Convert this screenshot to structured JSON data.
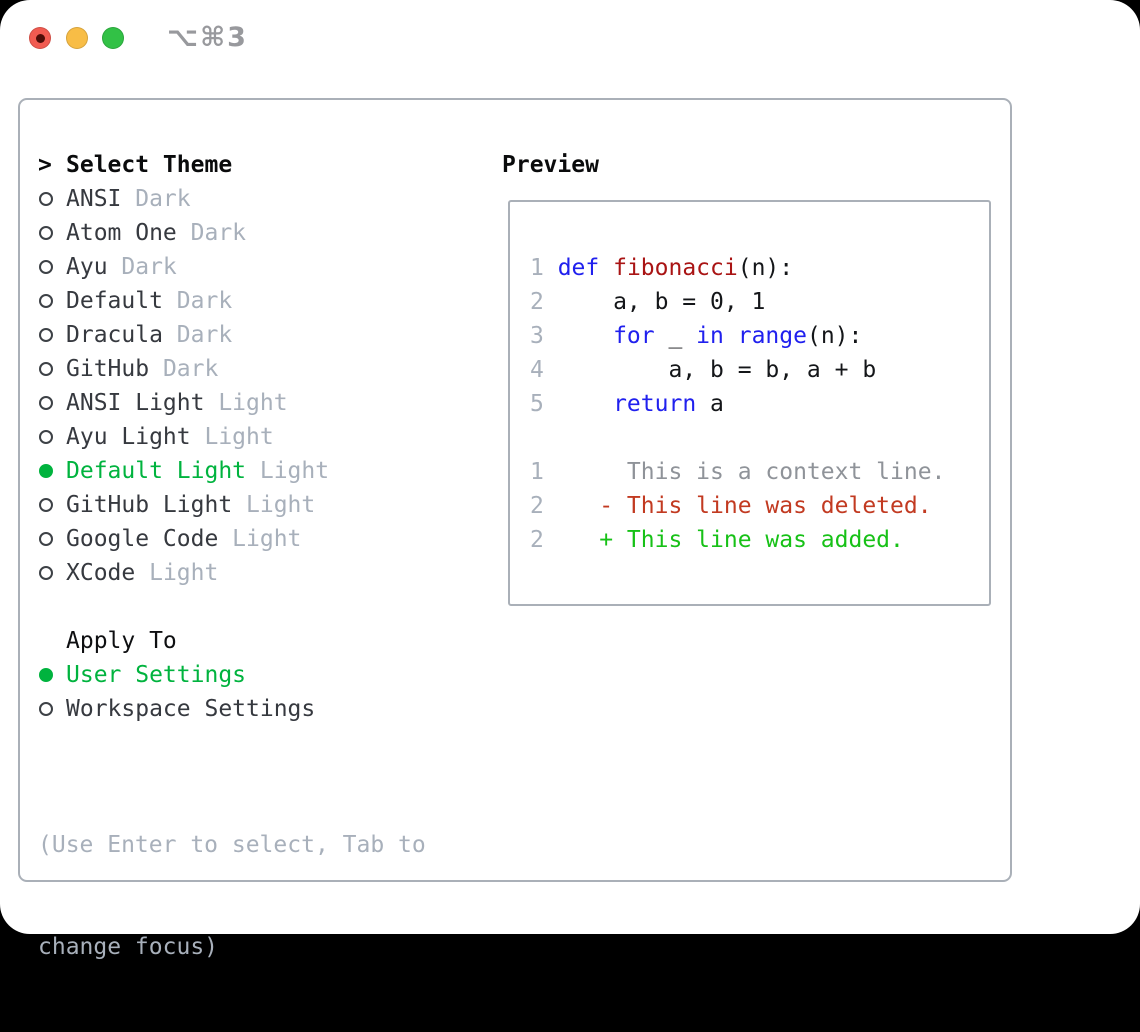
{
  "window": {
    "shortcut": "⌥⌘3"
  },
  "theme_picker": {
    "header": {
      "prefix": ">",
      "label": "Select Theme"
    },
    "themes": [
      {
        "name": "ANSI",
        "variant": "Dark",
        "selected": false
      },
      {
        "name": "Atom One",
        "variant": "Dark",
        "selected": false
      },
      {
        "name": "Ayu",
        "variant": "Dark",
        "selected": false
      },
      {
        "name": "Default",
        "variant": "Dark",
        "selected": false
      },
      {
        "name": "Dracula",
        "variant": "Dark",
        "selected": false
      },
      {
        "name": "GitHub",
        "variant": "Dark",
        "selected": false
      },
      {
        "name": "ANSI Light",
        "variant": "Light",
        "selected": false
      },
      {
        "name": "Ayu Light",
        "variant": "Light",
        "selected": false
      },
      {
        "name": "Default Light",
        "variant": "Light",
        "selected": true
      },
      {
        "name": "GitHub Light",
        "variant": "Light",
        "selected": false
      },
      {
        "name": "Google Code",
        "variant": "Light",
        "selected": false
      },
      {
        "name": "XCode",
        "variant": "Light",
        "selected": false
      }
    ],
    "apply_to": {
      "label": "Apply To",
      "options": [
        {
          "label": "User Settings",
          "selected": true
        },
        {
          "label": "Workspace Settings",
          "selected": false
        }
      ]
    },
    "hint_lines": [
      "(Use Enter to select, Tab to",
      "change focus)"
    ]
  },
  "preview": {
    "title": "Preview",
    "code_lines": [
      {
        "num": "1",
        "segments": [
          {
            "style": "keyword",
            "text": "def"
          },
          {
            "style": "plain",
            "text": " "
          },
          {
            "style": "function",
            "text": "fibonacci"
          },
          {
            "style": "plain",
            "text": "(n):"
          }
        ]
      },
      {
        "num": "2",
        "segments": [
          {
            "style": "plain",
            "text": "    a, b = 0, 1"
          }
        ]
      },
      {
        "num": "3",
        "segments": [
          {
            "style": "plain",
            "text": "    "
          },
          {
            "style": "keyword",
            "text": "for"
          },
          {
            "style": "plain",
            "text": " _ "
          },
          {
            "style": "keyword",
            "text": "in"
          },
          {
            "style": "plain",
            "text": " "
          },
          {
            "style": "keyword",
            "text": "range"
          },
          {
            "style": "plain",
            "text": "(n):"
          }
        ]
      },
      {
        "num": "4",
        "segments": [
          {
            "style": "plain",
            "text": "        a, b = b, a + b"
          }
        ]
      },
      {
        "num": "5",
        "segments": [
          {
            "style": "plain",
            "text": "    "
          },
          {
            "style": "keyword",
            "text": "return"
          },
          {
            "style": "plain",
            "text": " a"
          }
        ]
      },
      {
        "num": "",
        "segments": []
      },
      {
        "num": "1",
        "segments": [
          {
            "style": "context",
            "text": "     This is a context line."
          }
        ]
      },
      {
        "num": "2",
        "segments": [
          {
            "style": "deleted",
            "text": "   - This line was deleted."
          }
        ]
      },
      {
        "num": "2",
        "segments": [
          {
            "style": "added",
            "text": "   + This line was added."
          }
        ]
      }
    ]
  },
  "colors": {
    "accent_green": "#00b33e",
    "keyword_blue": "#2020ee",
    "function_red": "#a91414",
    "deleted_red": "#c23a21",
    "added_green": "#17c117",
    "context_gray": "#8f9399",
    "muted_gray": "#a8b0bb",
    "item_gray": "#36393f",
    "ink_black": "#0a0b0c",
    "plain_code": "#141619",
    "panel_border": "#aab0b8",
    "traffic_red": "#f15b51",
    "traffic_red_dot": "#4e0d08",
    "traffic_yellow": "#f8bd46",
    "traffic_green": "#32c146"
  }
}
